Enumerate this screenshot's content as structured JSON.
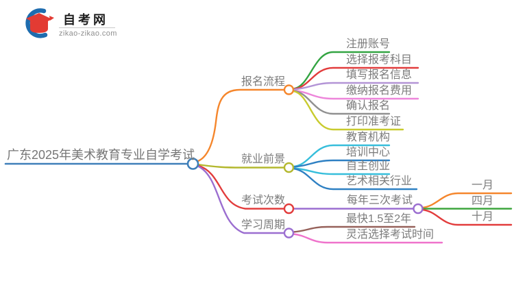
{
  "logo": {
    "title": "自考网",
    "domain": "zikao-zikao.com",
    "icon_blue": "#1e6cae",
    "icon_red": "#e33b33"
  },
  "central": {
    "label": "广东2025年美术教育专业自学考试",
    "color": "#3f7fb9"
  },
  "branches": [
    {
      "label": "报名流程",
      "color": "#f5862c",
      "children": [
        {
          "label": "注册账号",
          "color": "#33a442"
        },
        {
          "label": "选择报考科目",
          "color": "#e23c3c"
        },
        {
          "label": "填写报名信息",
          "color": "#b394d6"
        },
        {
          "label": "缴纳报名费用",
          "color": "#ed85da"
        },
        {
          "label": "确认报名",
          "color": "#909090"
        },
        {
          "label": "打印准考证",
          "color": "#c8cb2e"
        }
      ]
    },
    {
      "label": "就业前景",
      "color": "#b4b82f",
      "children": [
        {
          "label": "教育机构",
          "color": "#36bedb"
        },
        {
          "label": "培训中心",
          "color": "#2e80c3"
        },
        {
          "label": "自主创业",
          "color": "#36bedb"
        },
        {
          "label": "艺术相关行业",
          "color": "#2e80c3"
        }
      ]
    },
    {
      "label": "考试次数",
      "color": "#e23c3c",
      "children": [
        {
          "label": "每年三次考试",
          "color": "#9b6ed0",
          "children": [
            {
              "label": "一月",
              "color": "#f5862c"
            },
            {
              "label": "四月",
              "color": "#3fa53f"
            },
            {
              "label": "十月",
              "color": "#e23c3c"
            }
          ]
        }
      ]
    },
    {
      "label": "学习周期",
      "color": "#9b6ed0",
      "children": [
        {
          "label": "最快1.5至2年",
          "color": "#96615a"
        },
        {
          "label": "灵活选择考试时间",
          "color": "#ef72cb"
        }
      ]
    }
  ]
}
